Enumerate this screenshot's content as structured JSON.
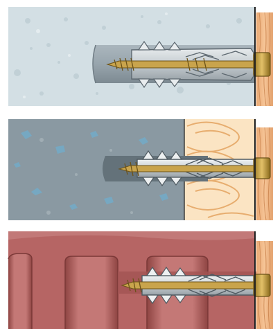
{
  "illustration": {
    "subject": "screw-anchor-installations",
    "panels": [
      {
        "id": "concrete",
        "material": "solid-concrete",
        "colors": {
          "base": "#d0dde2",
          "speck": "#c2d2d8",
          "shadow": "#a8b8bf"
        }
      },
      {
        "id": "aerated",
        "material": "aerated-concrete-with-insulation",
        "colors": {
          "base": "#8b9aa3",
          "speck": "#76a9c3",
          "insulation": "#fbe3bf",
          "insulation_line": "#e9b275"
        }
      },
      {
        "id": "perforated-brick",
        "material": "perforated-brick",
        "colors": {
          "base": "#b76665",
          "hole": "#c27572",
          "hole_shadow": "#8e4442"
        }
      }
    ],
    "fixture": {
      "wood": "#f2b985",
      "wood_grain": "#c9824c",
      "anchor": "#bfc6cb",
      "anchor_edge": "#5d6870",
      "screw": "#c8a24a",
      "screw_edge": "#6b5218"
    }
  }
}
